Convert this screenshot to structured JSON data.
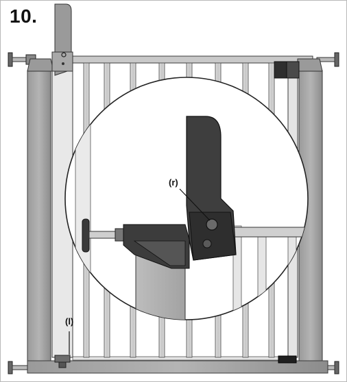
{
  "step": {
    "number": "10."
  },
  "callouts": {
    "top_latch": "(r)",
    "bottom_latch": "(l)"
  },
  "colors": {
    "gate_frame": "#a7a7a7",
    "gate_frame_dark": "#7e7e7e",
    "bars": "#cfcfcf",
    "latch_dark": "#2b2b2b",
    "latch_mid": "#4a4a4a",
    "handle": "#8f8f8f",
    "outline": "#3a3a3a",
    "border": "#b8b8b8"
  },
  "icons": {
    "zoom_detail": "magnified-latch-circle",
    "pressure_screw": "wall-spindle-icon"
  }
}
